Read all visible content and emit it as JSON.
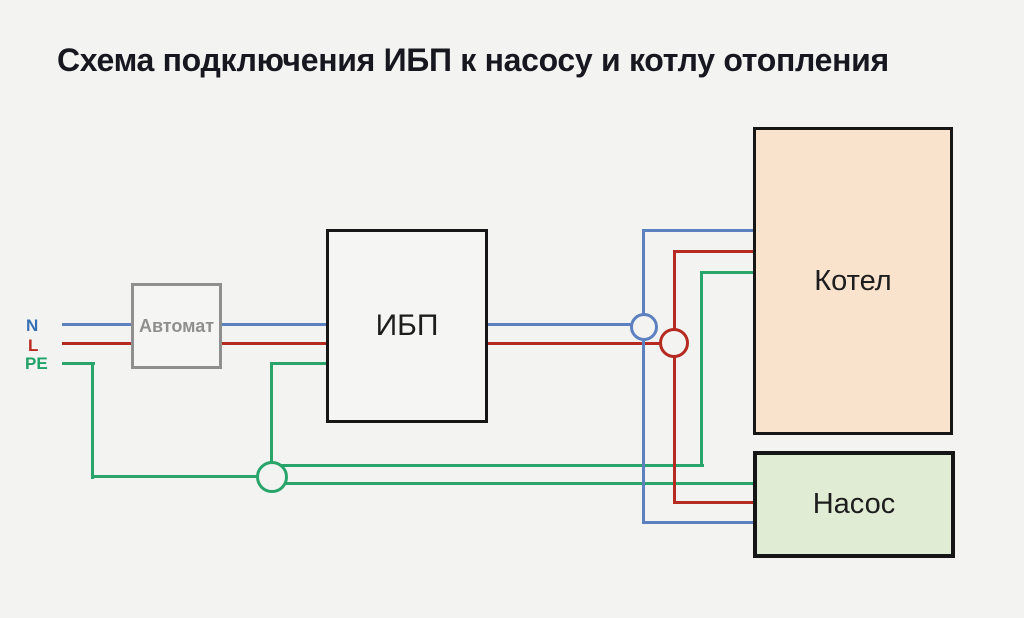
{
  "title": "Схема подключения ИБП к насосу и котлу отопления",
  "wire_labels": {
    "n": "N",
    "l": "L",
    "pe": "PE"
  },
  "blocks": {
    "breaker": {
      "label": "Автомат"
    },
    "ups": {
      "label": "ИБП"
    },
    "boiler": {
      "label": "Котел"
    },
    "pump": {
      "label": "Насос"
    }
  },
  "colors": {
    "background": "#f3f3f1",
    "wire_n": "#5c80c0",
    "wire_l": "#b52a21",
    "wire_pe": "#29a46a",
    "label_n": "#3570b5",
    "label_l": "#b8291f",
    "label_pe": "#1fa268",
    "boiler_fill": "#fae3cd",
    "pump_fill": "#e1ecd4",
    "breaker_border": "#8f8f8f",
    "block_border": "#161616",
    "title_text": "#17171f"
  }
}
